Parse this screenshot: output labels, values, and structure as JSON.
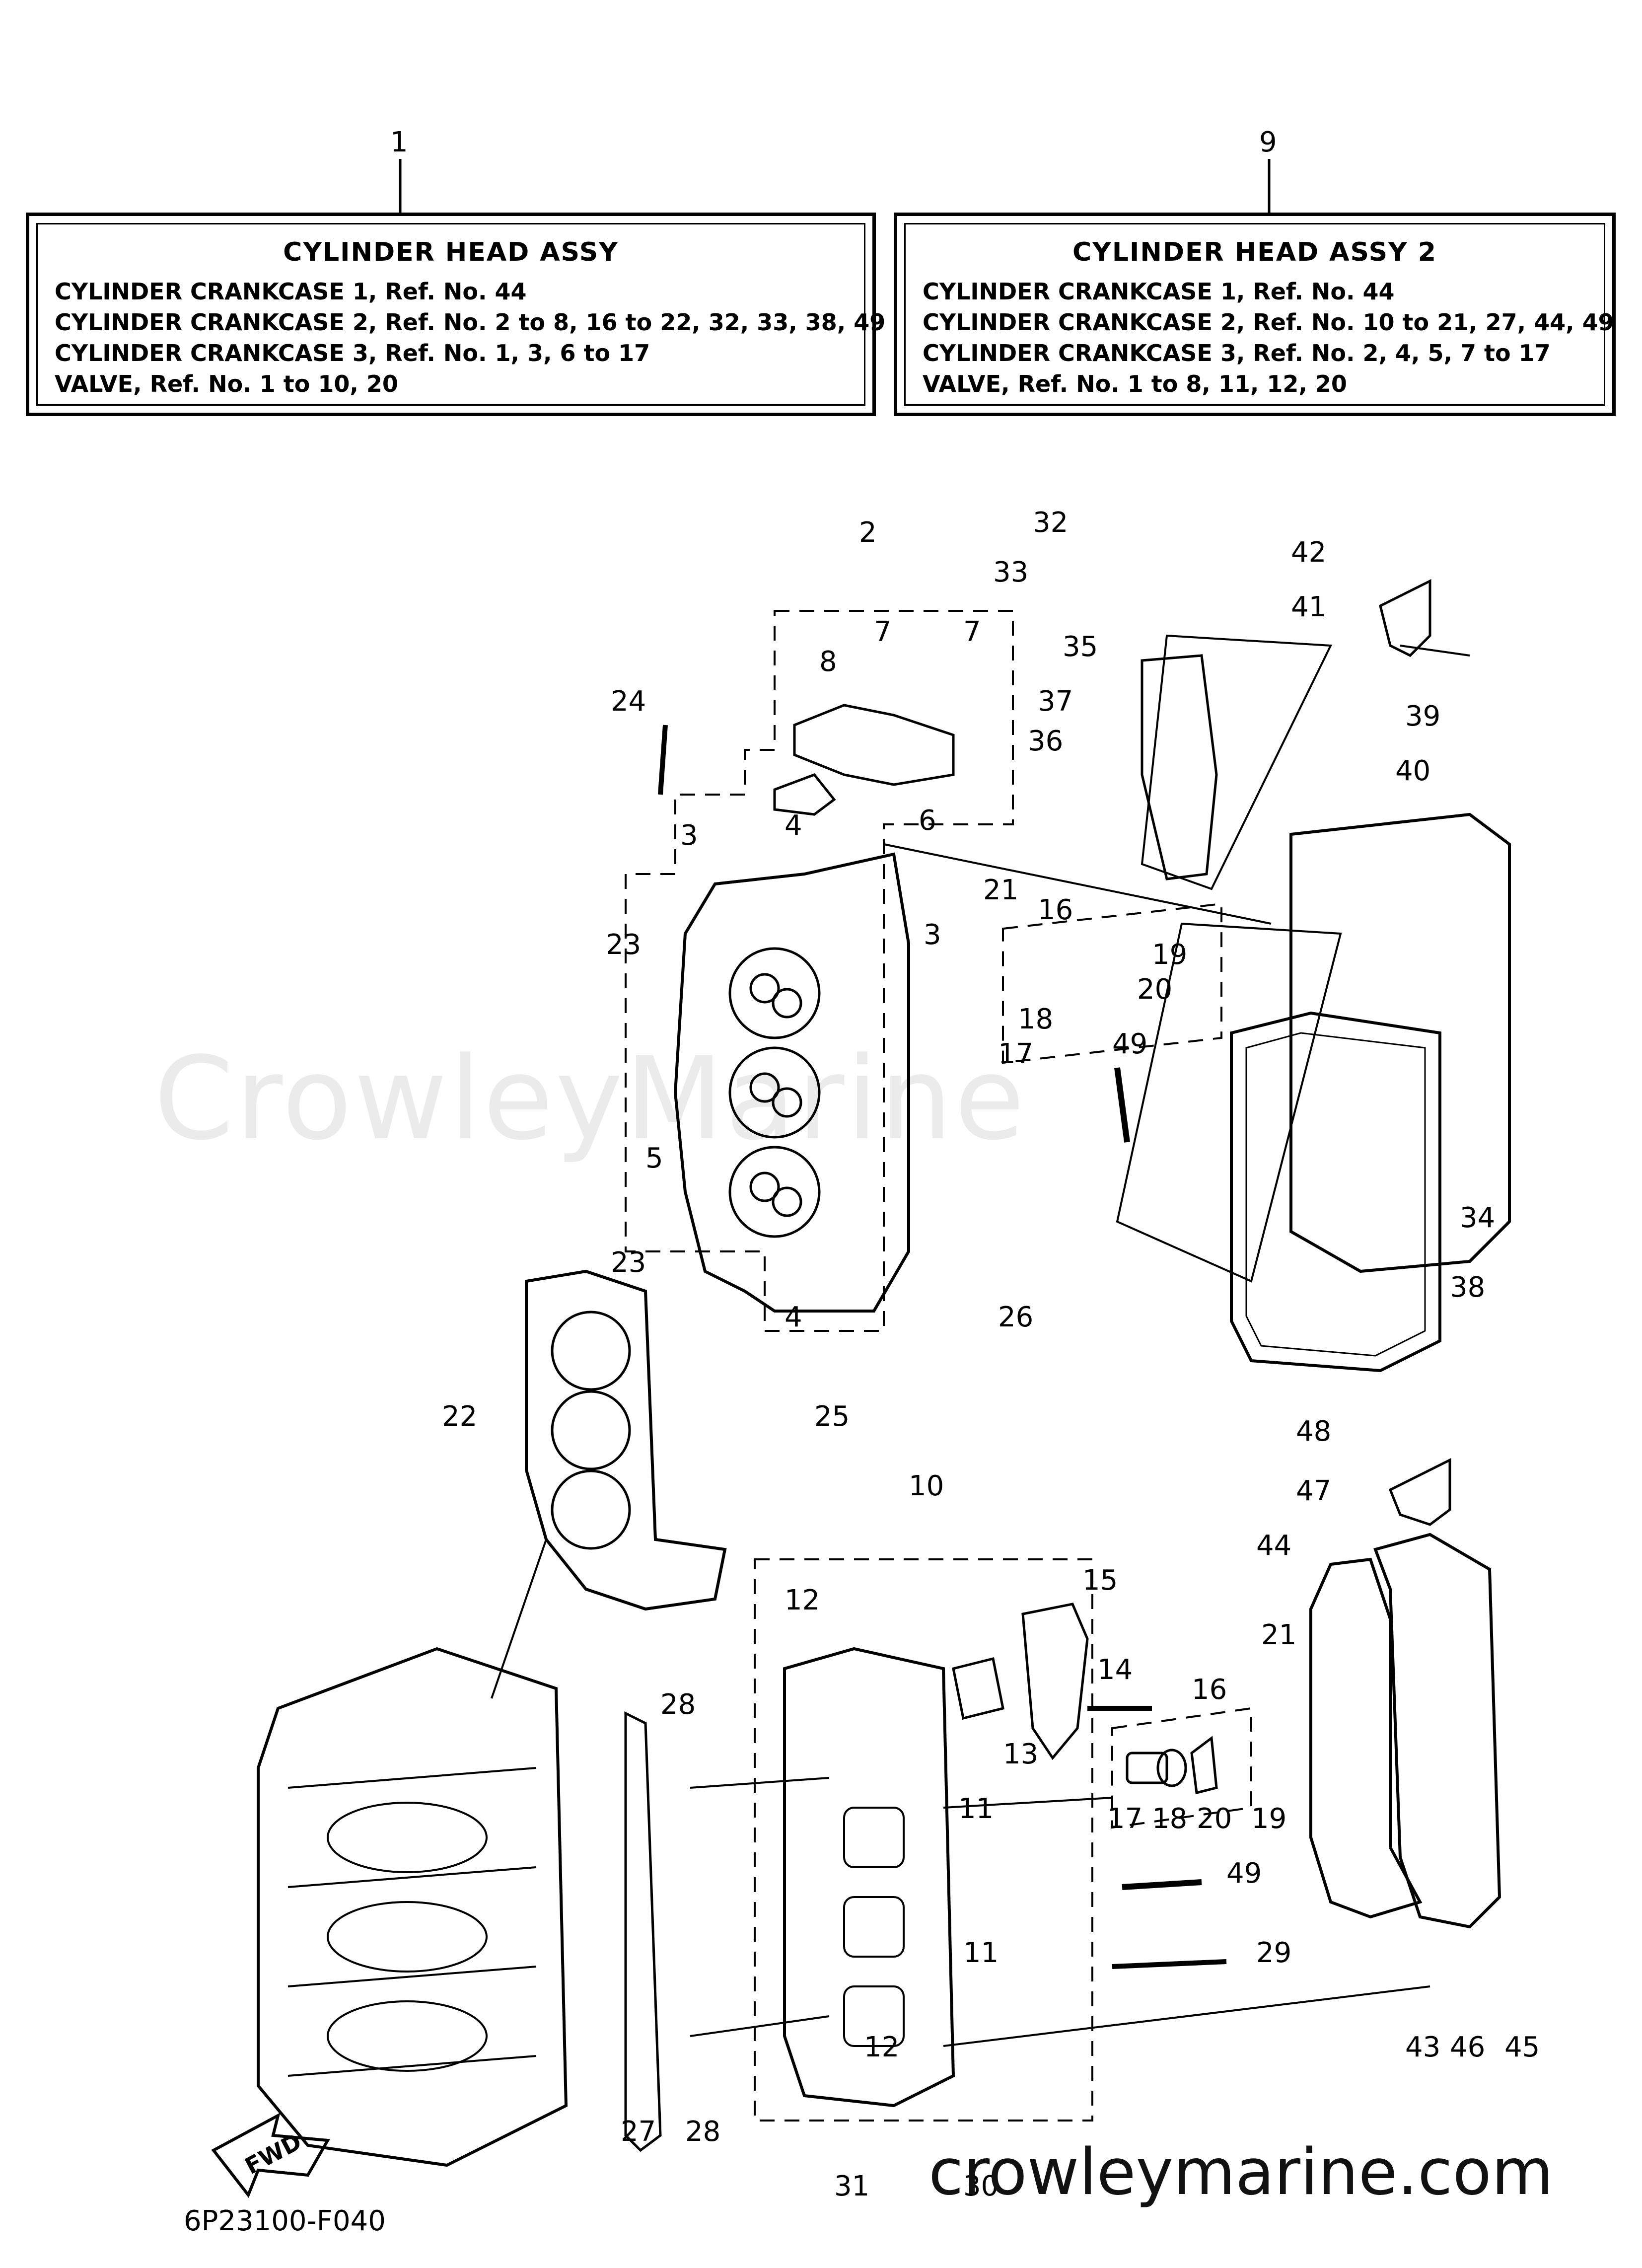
{
  "watermark": "CrowleyMarine",
  "footer_url": "crowleymarine.com",
  "diagram_code": "6P23100-F040",
  "fwd_label": "FWD",
  "info_boxes": [
    {
      "ref": "1",
      "title": "CYLINDER HEAD ASSY",
      "lines": [
        "CYLINDER CRANKCASE 1, Ref. No. 44",
        "CYLINDER CRANKCASE 2, Ref. No. 2 to 8, 16 to 22, 32, 33, 38, 49",
        "CYLINDER CRANKCASE 3, Ref. No. 1, 3, 6 to 17",
        "VALVE, Ref. No. 1 to 10, 20"
      ]
    },
    {
      "ref": "9",
      "title": "CYLINDER HEAD ASSY 2",
      "lines": [
        "CYLINDER CRANKCASE 1, Ref. No. 44",
        "CYLINDER CRANKCASE 2, Ref. No. 10 to 21, 27, 44, 49",
        "CYLINDER CRANKCASE 3, Ref. No. 2, 4, 5, 7 to 17",
        "VALVE, Ref. No. 1 to 8, 11, 12, 20"
      ]
    }
  ],
  "callouts": [
    "32",
    "33",
    "2",
    "7",
    "7",
    "8",
    "24",
    "3",
    "4",
    "6",
    "3",
    "21",
    "16",
    "19",
    "20",
    "18",
    "17",
    "49",
    "23",
    "5",
    "23",
    "4",
    "26",
    "25",
    "35",
    "37",
    "36",
    "42",
    "41",
    "39",
    "40",
    "34",
    "38",
    "22",
    "10",
    "12",
    "15",
    "14",
    "13",
    "28",
    "11",
    "11",
    "12",
    "27",
    "28",
    "31",
    "30",
    "16",
    "21",
    "17",
    "18",
    "20",
    "19",
    "49",
    "29",
    "48",
    "47",
    "44",
    "43",
    "46",
    "45"
  ]
}
